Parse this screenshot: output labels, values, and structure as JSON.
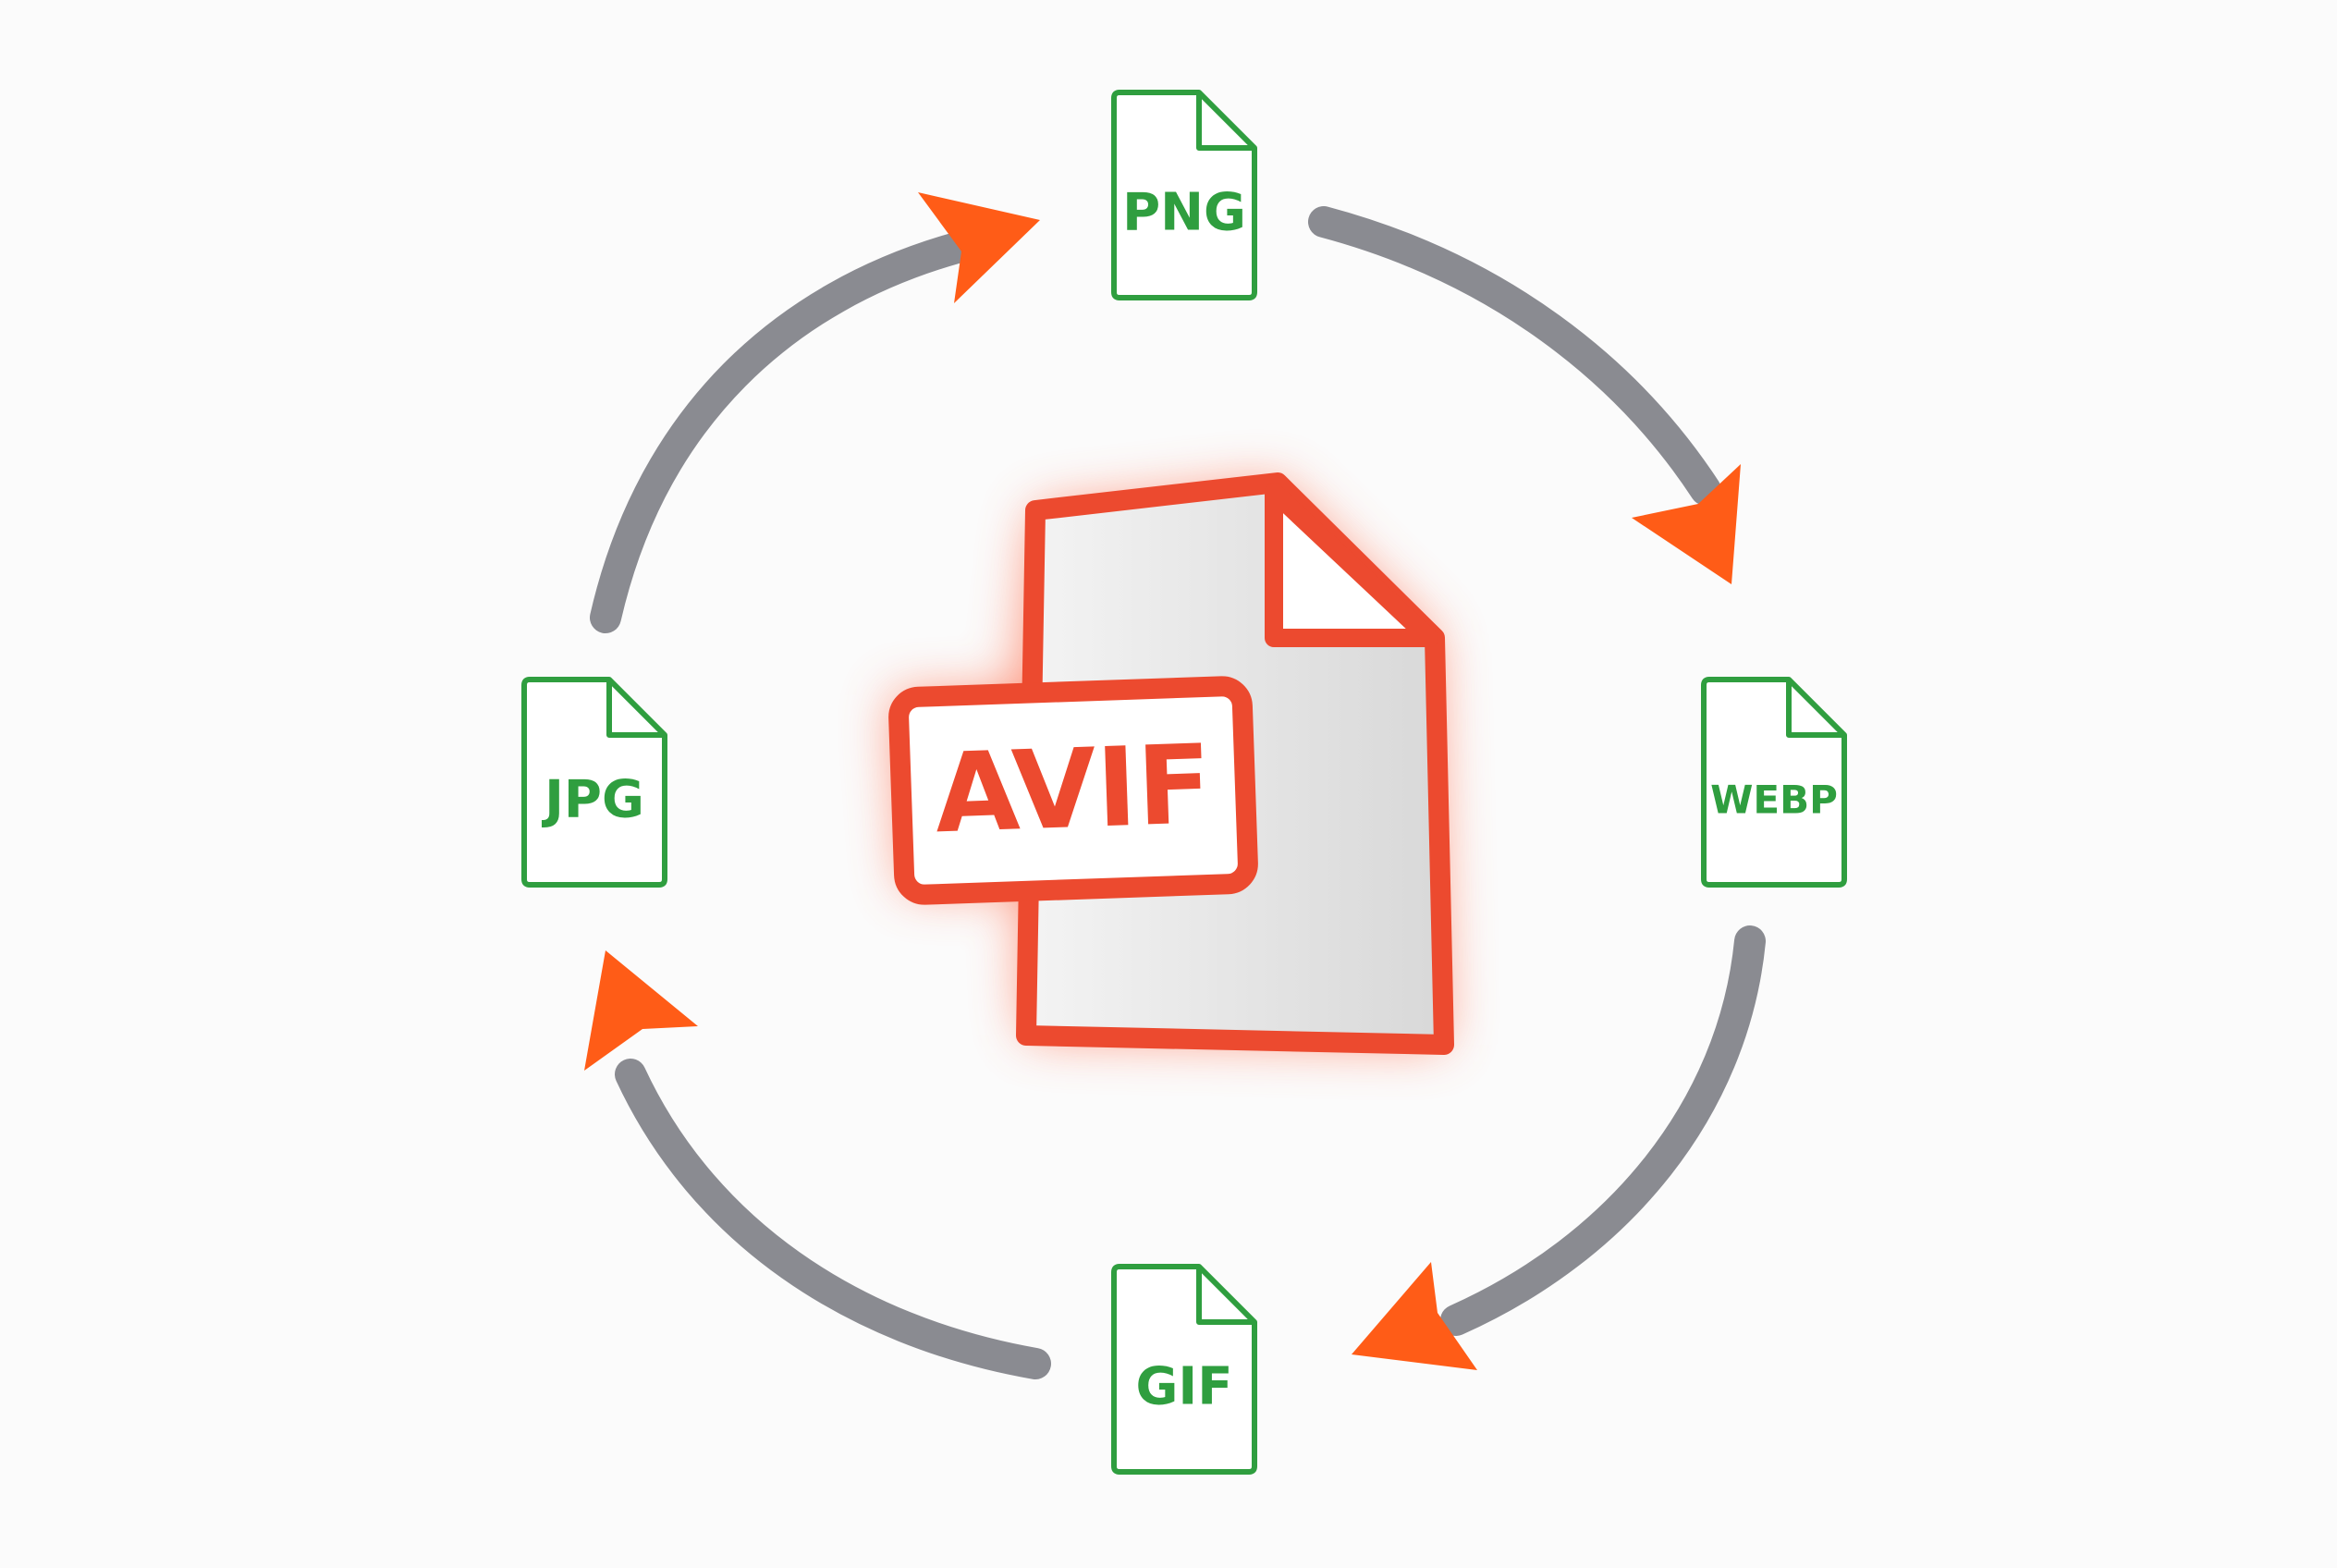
{
  "colors": {
    "background": "#fbfbfb",
    "cycle_arc": "#8a8b91",
    "arrow_head": "#ff5c17",
    "small_file": "#2f9e3f",
    "avif_red": "#ec4a2f",
    "avif_fill": "#e9e9e9",
    "avif_glow": "#ff7050"
  },
  "center_file": {
    "label": "AVIF",
    "icon": "file-document-icon"
  },
  "formats": [
    {
      "id": "png",
      "label": "PNG",
      "icon": "file-icon"
    },
    {
      "id": "webp",
      "label": "WEBP",
      "icon": "file-icon"
    },
    {
      "id": "gif",
      "label": "GIF",
      "icon": "file-icon"
    },
    {
      "id": "jpg",
      "label": "JPG",
      "icon": "file-icon"
    }
  ],
  "flow": [
    {
      "from": "jpg",
      "to": "png"
    },
    {
      "from": "png",
      "to": "webp"
    },
    {
      "from": "webp",
      "to": "gif"
    },
    {
      "from": "gif",
      "to": "jpg"
    }
  ]
}
